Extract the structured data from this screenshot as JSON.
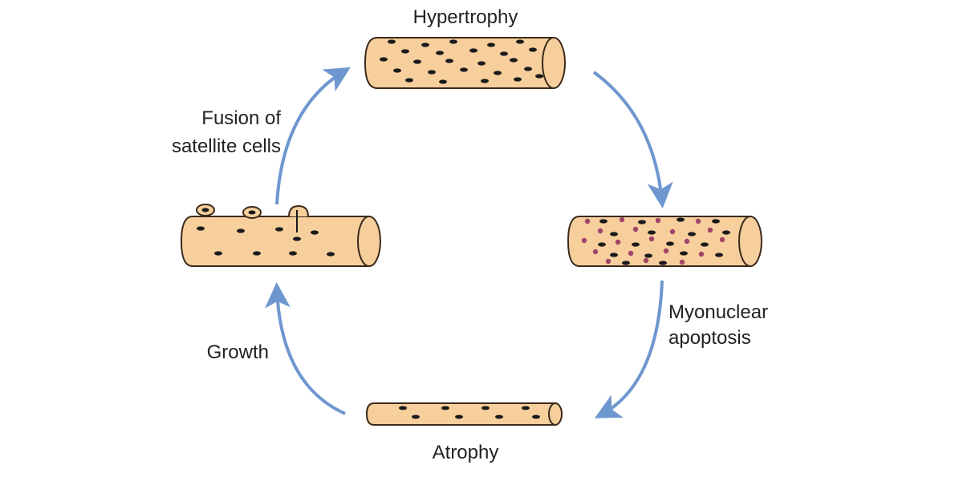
{
  "diagram": {
    "stages": [
      {
        "id": "hypertrophy",
        "label": "Hypertrophy"
      },
      {
        "id": "apoptosis",
        "label_line1": "Myonuclear",
        "label_line2": "apoptosis"
      },
      {
        "id": "atrophy",
        "label": "Atrophy"
      },
      {
        "id": "growth",
        "label": "Growth"
      },
      {
        "id": "fusion",
        "label_line1": "Fusion of",
        "label_line2": "satellite cells"
      }
    ]
  },
  "colors": {
    "fiber_fill": "#f7cf9d",
    "fiber_stroke": "#3a2a1c",
    "nucleus": "#1a1a1a",
    "apoptotic_nucleus": "#a0446a",
    "arrow": "#6f97cf",
    "text": "#222222"
  }
}
